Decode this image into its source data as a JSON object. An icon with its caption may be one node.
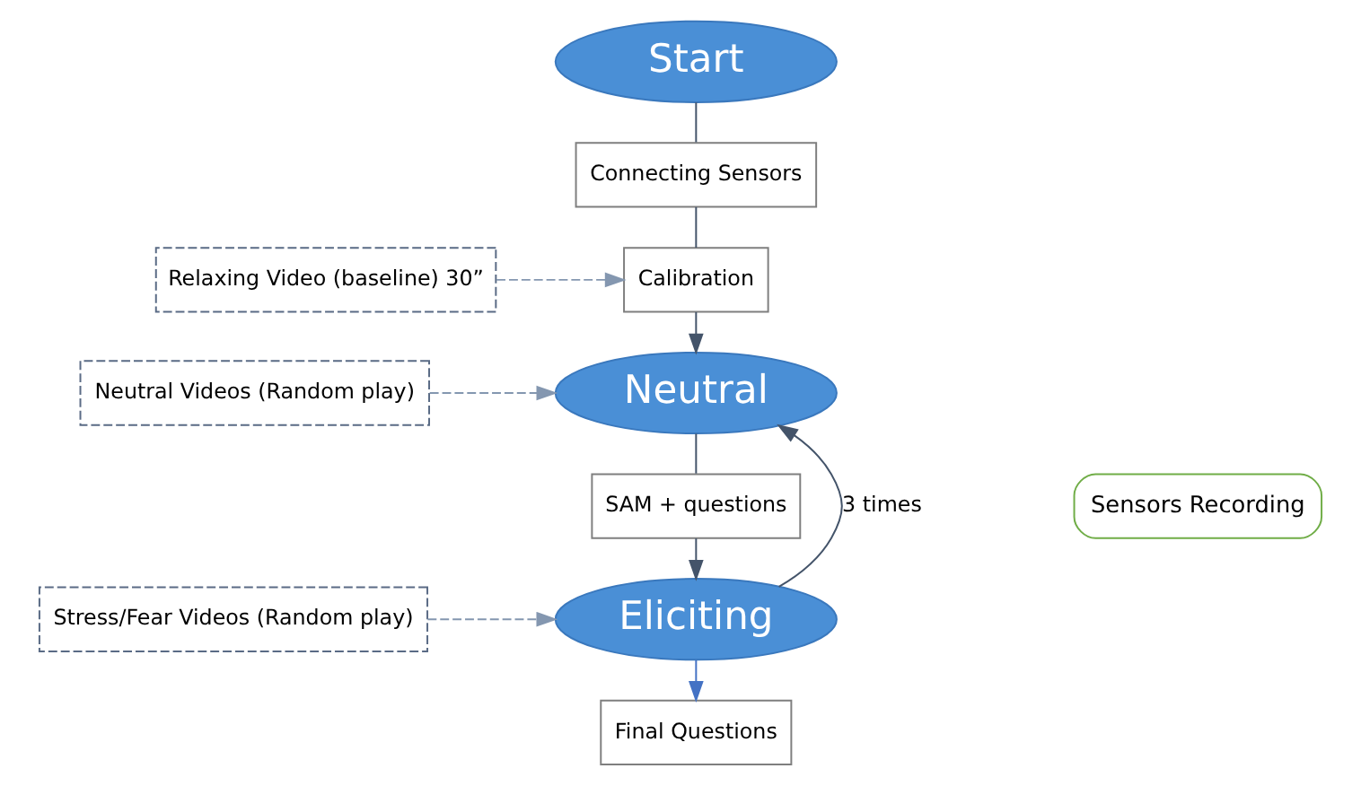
{
  "diagram": {
    "nodes": [
      {
        "text": [
          "Start"
        ]
      },
      {
        "text": [
          "Connecting Sensors"
        ]
      },
      {
        "text": [
          "Relaxing Video (baseline) 30”"
        ]
      },
      {
        "text": [
          "Calibration"
        ]
      },
      {
        "text": [
          "Neutral"
        ]
      },
      {
        "text": [
          "Neutral Videos (Random play)"
        ]
      },
      {
        "text": [
          "SAM + questions"
        ]
      },
      {
        "text": [
          "Sensors Recording"
        ]
      },
      {
        "text": [
          "Eliciting"
        ]
      },
      {
        "text": [
          "Stress/Fear Videos (Random play)"
        ]
      },
      {
        "text": [
          "Final Questions"
        ]
      }
    ],
    "edges": [
      {
        "from": 0,
        "to": 1,
        "arrow": "none"
      },
      {
        "from": 1,
        "to": 3,
        "arrow": "none"
      },
      {
        "from": 2,
        "to": 3,
        "arrow": "to",
        "style": "dashed",
        "color": "#8497b0"
      },
      {
        "from": 3,
        "to": 4,
        "arrow": "to"
      },
      {
        "from": 5,
        "to": 4,
        "arrow": "to",
        "style": "dashed",
        "color": "#8497b0"
      },
      {
        "from": 4,
        "to": 6,
        "arrow": "none"
      },
      {
        "from": 6,
        "to": 8,
        "arrow": "to"
      },
      {
        "from": 9,
        "to": 8,
        "arrow": "to",
        "style": "dashed",
        "color": "#8497b0"
      },
      {
        "from": 8,
        "to": 4,
        "arrow": "to",
        "label": "3 times"
      },
      {
        "from": 8,
        "to": 10,
        "arrow": "to",
        "color": "#4472c4"
      }
    ]
  }
}
